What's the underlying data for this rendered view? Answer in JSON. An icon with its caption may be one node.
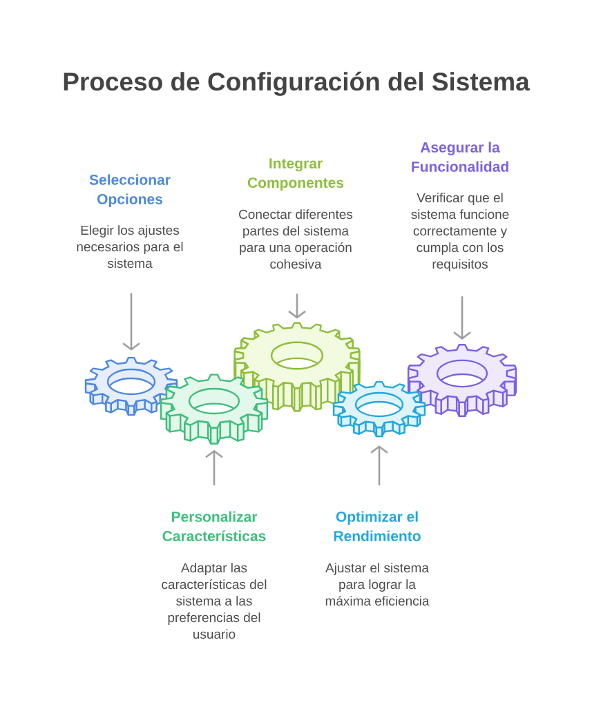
{
  "diagram": {
    "title": "Proceso de Configuración del Sistema",
    "nodes": [
      {
        "text": [
          "Seleccionar Opciones",
          "Elegir los ajustes necesarios para el sistema"
        ]
      },
      {
        "text": [
          "Integrar Componentes",
          "Conectar diferentes partes del sistema para una operación cohesiva"
        ]
      },
      {
        "text": [
          "Asegurar la Funcionalidad",
          "Verificar que el sistema funcione correctamente y cumpla con los requisitos"
        ]
      },
      {
        "text": [],
        "shape": "gear"
      },
      {
        "text": [],
        "shape": "gear"
      },
      {
        "text": [],
        "shape": "gear"
      },
      {
        "text": [],
        "shape": "gear"
      },
      {
        "text": [],
        "shape": "gear"
      },
      {
        "text": [
          "Personalizar Características",
          "Adaptar las características del sistema a las preferencias del usuario"
        ]
      },
      {
        "text": [
          "Optimizar el Rendimiento",
          "Ajustar el sistema para lograr la máxima eficiencia"
        ]
      }
    ],
    "edges": [
      {
        "from": 0,
        "to": 3,
        "arrow": "to"
      },
      {
        "from": 1,
        "to": 5,
        "arrow": "to"
      },
      {
        "from": 2,
        "to": 7,
        "arrow": "to"
      },
      {
        "from": 8,
        "to": 4,
        "arrow": "to"
      },
      {
        "from": 9,
        "to": 6,
        "arrow": "to"
      }
    ]
  }
}
